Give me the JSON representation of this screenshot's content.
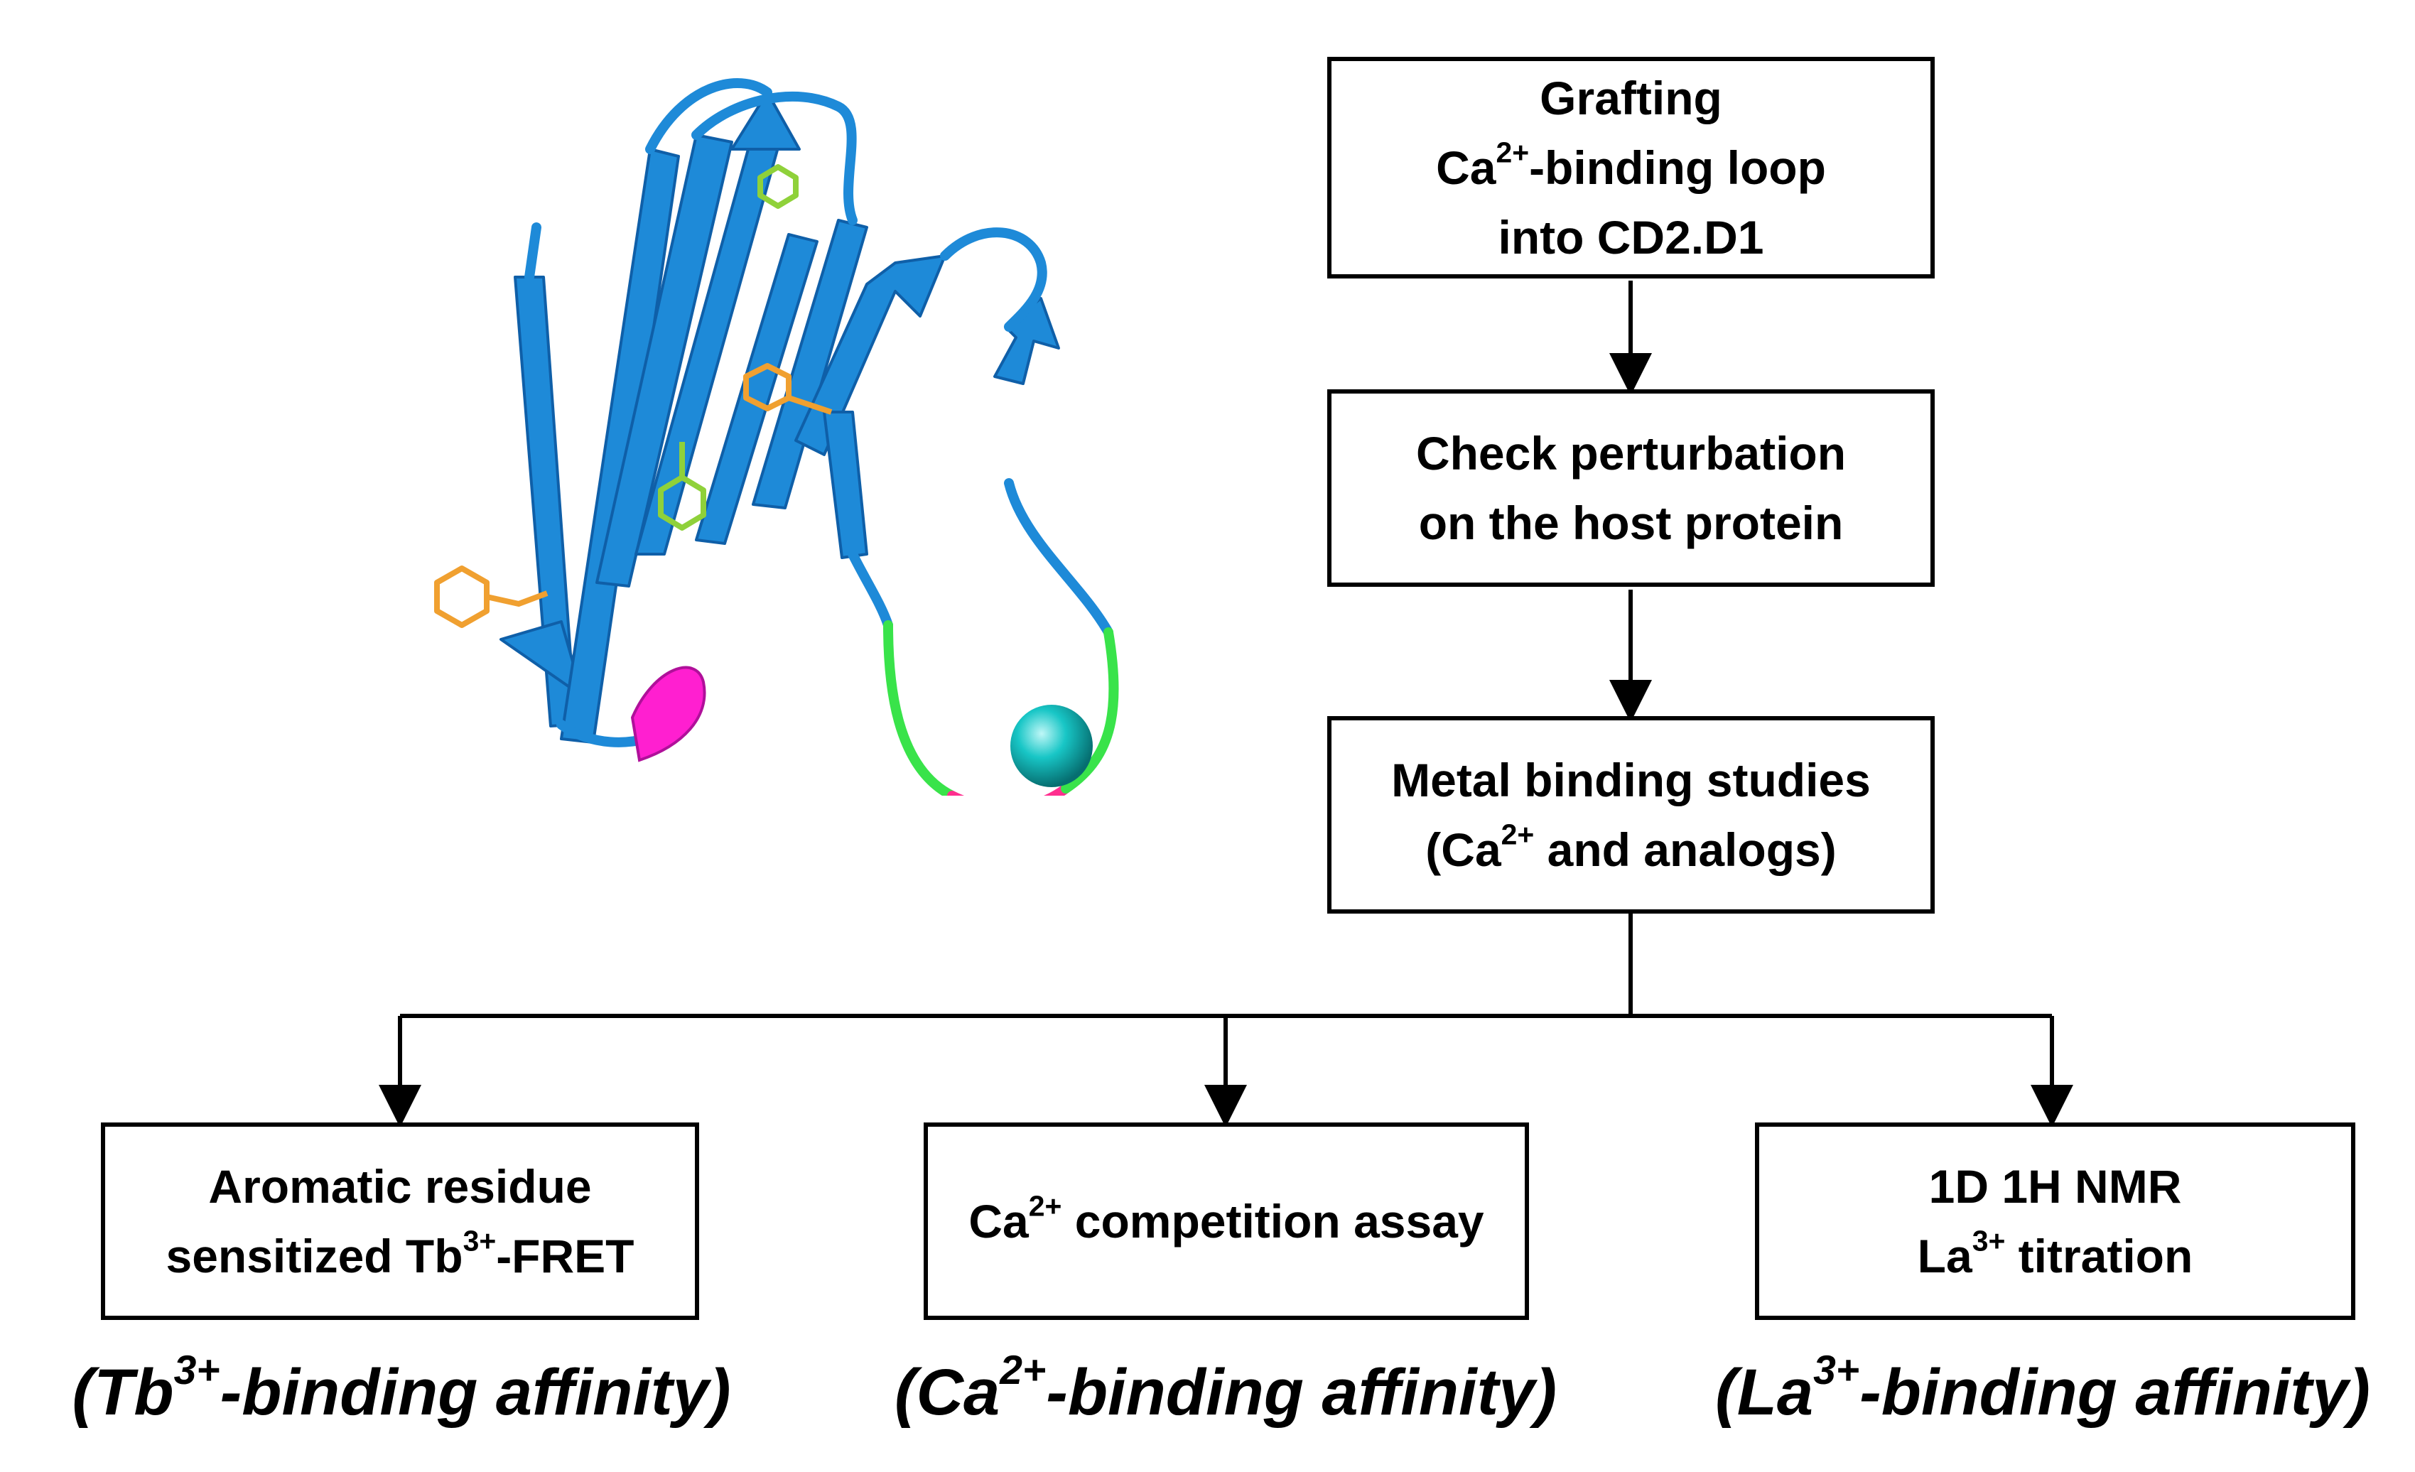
{
  "flow": {
    "step1": {
      "line1": "Grafting",
      "line2_prefix": "Ca",
      "line2_sup": "2+",
      "line2_suffix": "-binding loop",
      "line3": "into CD2.D1"
    },
    "step2": {
      "line1": "Check perturbation",
      "line2": "on the host protein"
    },
    "step3": {
      "line1": "Metal binding studies",
      "line2_prefix": "(Ca",
      "line2_sup": "2+",
      "line2_suffix": " and analogs)"
    }
  },
  "methods": [
    {
      "line1": "Aromatic residue",
      "line2_prefix": "sensitized Tb",
      "line2_sup": "3+",
      "line2_suffix": "-FRET",
      "caption_prefix": "(Tb",
      "caption_sup": "3+",
      "caption_suffix": "-binding  affinity)"
    },
    {
      "line1_prefix": "Ca",
      "line1_sup": "2+",
      "line1_suffix": " competition assay",
      "caption_prefix": "(Ca",
      "caption_sup": "2+",
      "caption_suffix": "-binding  affinity)"
    },
    {
      "line1": "1D 1H NMR",
      "line2_prefix": "La",
      "line2_sup": "3+",
      "line2_suffix": " titration",
      "caption_prefix": "(La",
      "caption_sup": "3+",
      "caption_suffix": "-binding  affinity)"
    }
  ],
  "colors": {
    "strand": "#1e8ad8",
    "strand_dark": "#0f5fa8",
    "loop_green": "#39e34a",
    "loop_magenta": "#ff2f8f",
    "helix_magenta": "#ff1fd0",
    "residue_orange": "#f0a030",
    "residue_green": "#8fd13a",
    "metal_ion": "#14b4b4"
  }
}
